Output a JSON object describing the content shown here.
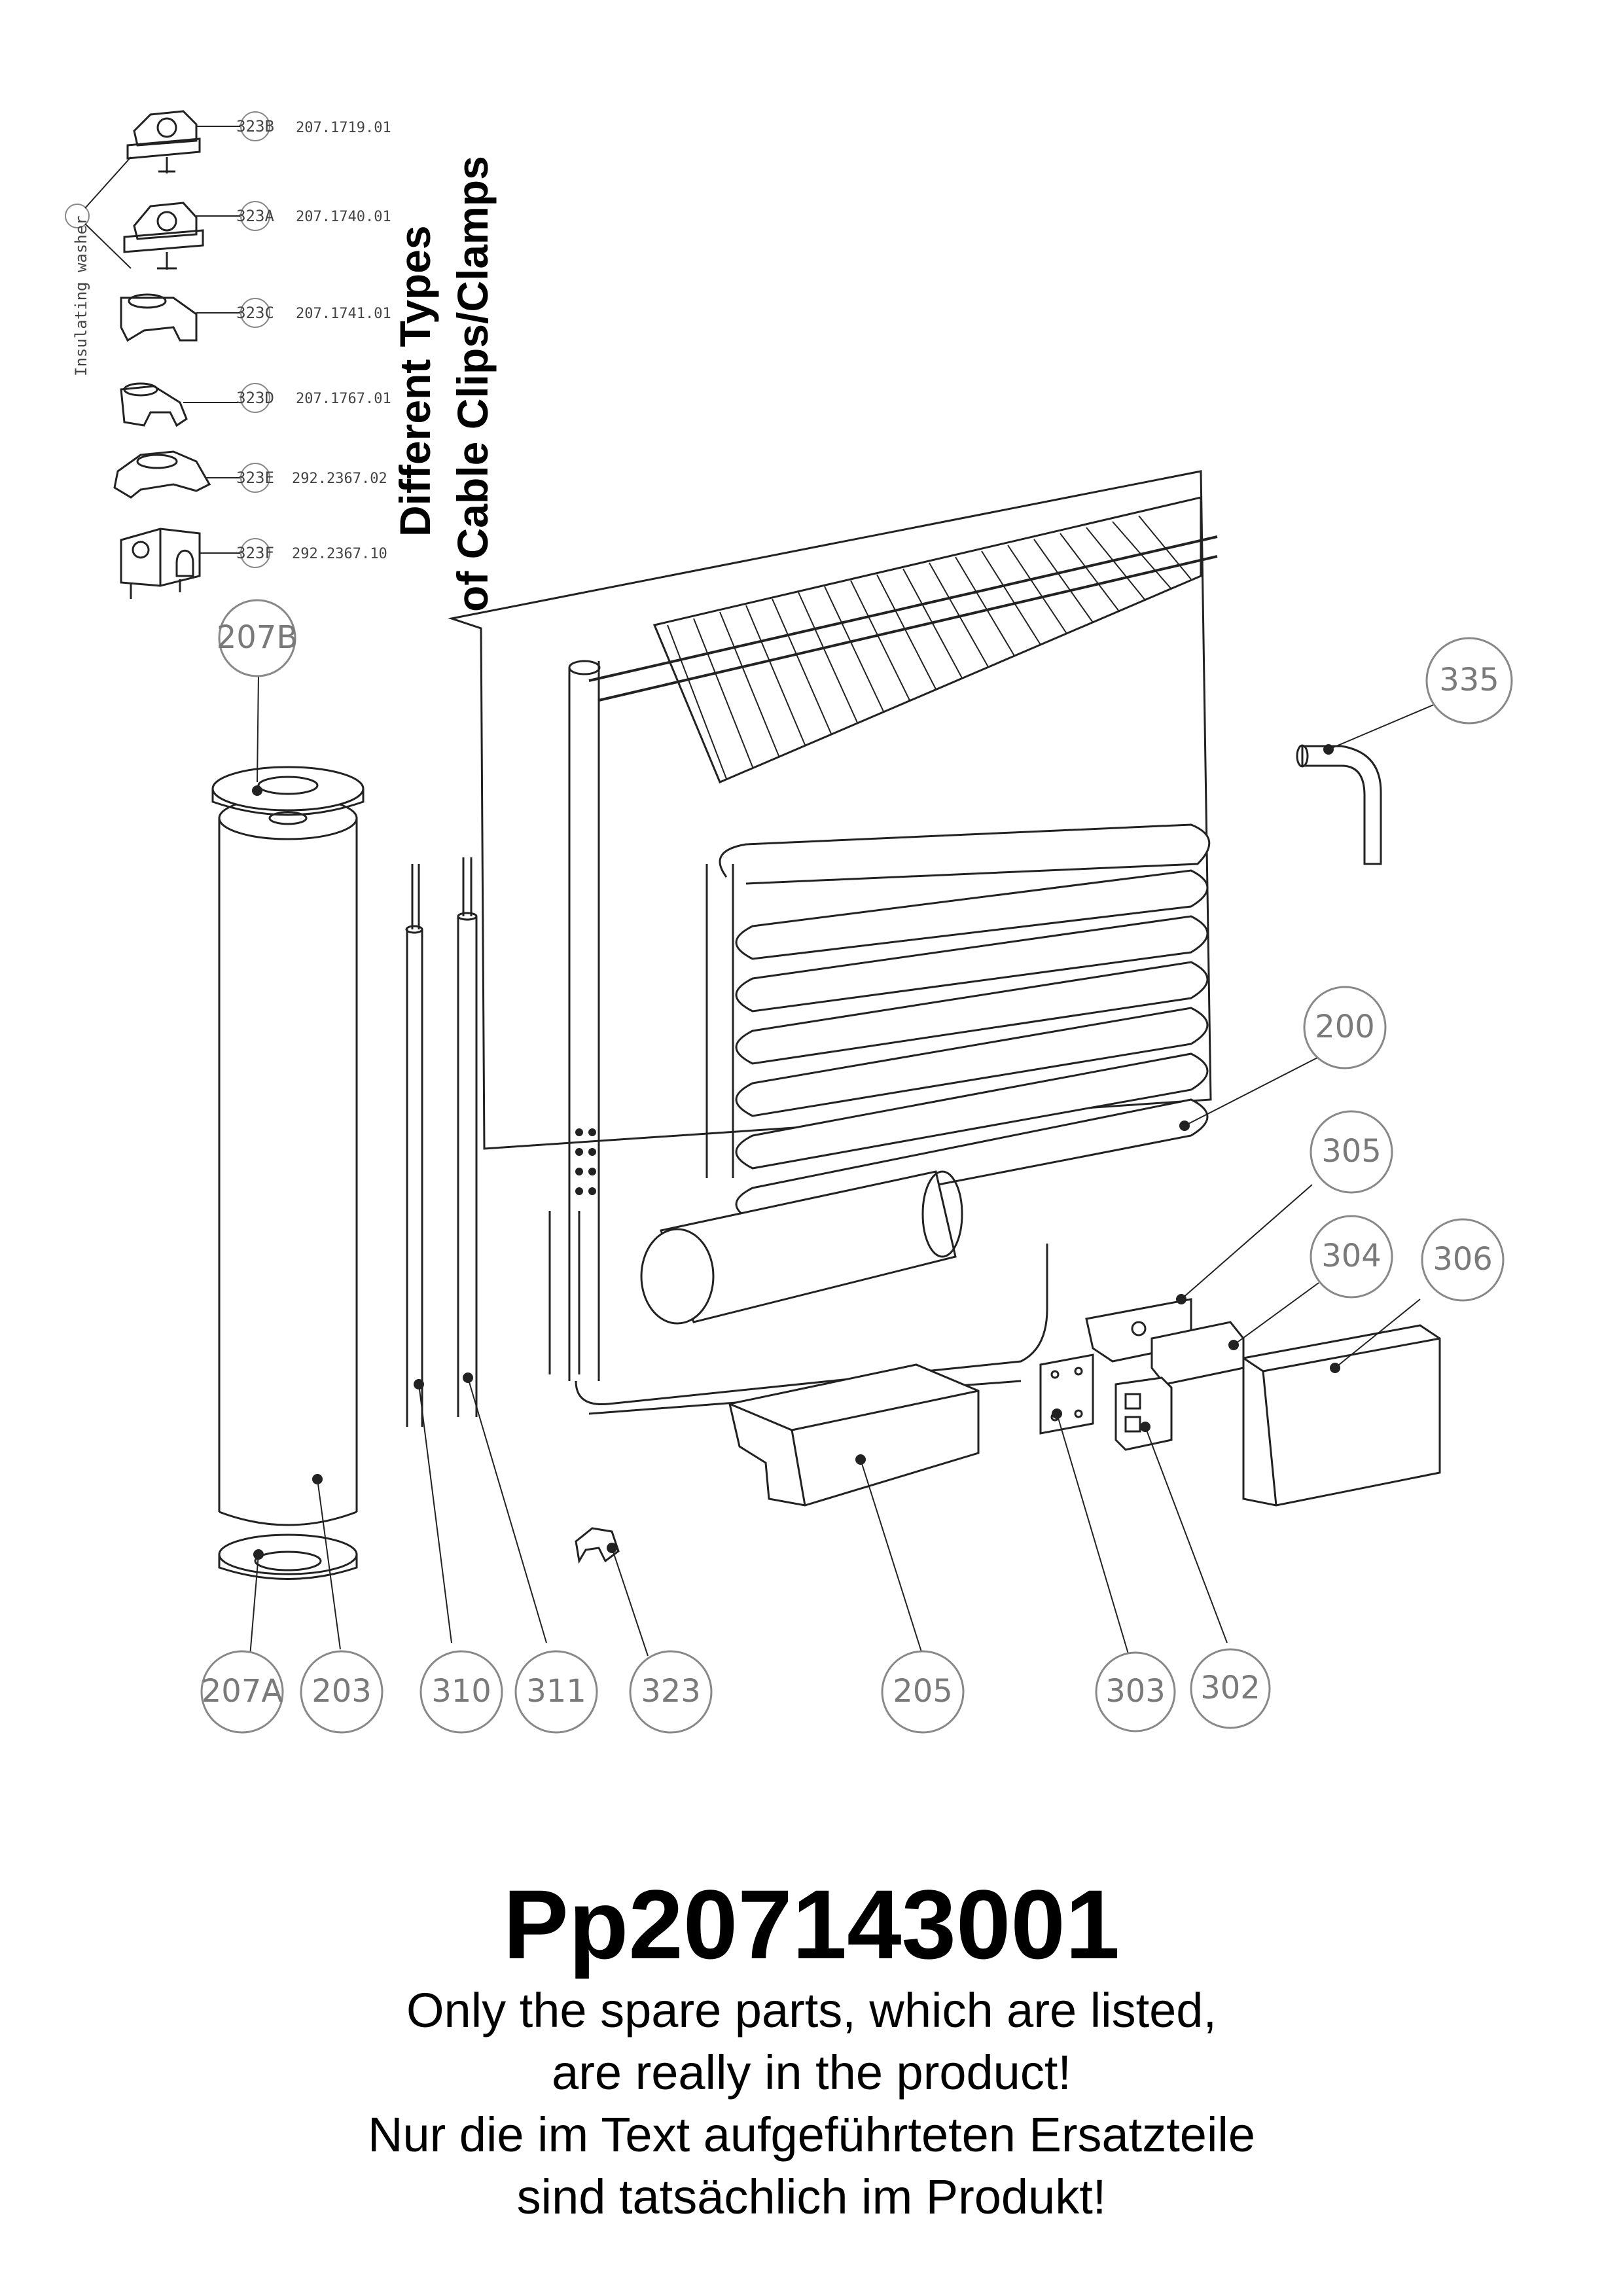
{
  "clips_heading": {
    "line1": "Different Types",
    "line2": "of Cable Clips/Clamps"
  },
  "insulating_washer": "Insulating washer",
  "clips": [
    {
      "ref": "323B",
      "code": "207.1719.01"
    },
    {
      "ref": "323A",
      "code": "207.1740.01"
    },
    {
      "ref": "323C",
      "code": "207.1741.01"
    },
    {
      "ref": "323D",
      "code": "207.1767.01"
    },
    {
      "ref": "323E",
      "code": "292.2367.02"
    },
    {
      "ref": "323F",
      "code": "292.2367.10"
    }
  ],
  "callouts": {
    "c207B": "207B",
    "c335": "335",
    "c200": "200",
    "c305": "305",
    "c304": "304",
    "c306": "306",
    "c207A": "207A",
    "c203": "203",
    "c310": "310",
    "c311": "311",
    "c323": "323",
    "c205": "205",
    "c303": "303",
    "c302": "302"
  },
  "part_number": "Pp207143001",
  "notes": [
    "Only the spare parts, which are listed,",
    "are really in the product!",
    "Nur die im Text aufgeführteten Ersatzteile",
    "sind tatsächlich im Produkt!"
  ]
}
